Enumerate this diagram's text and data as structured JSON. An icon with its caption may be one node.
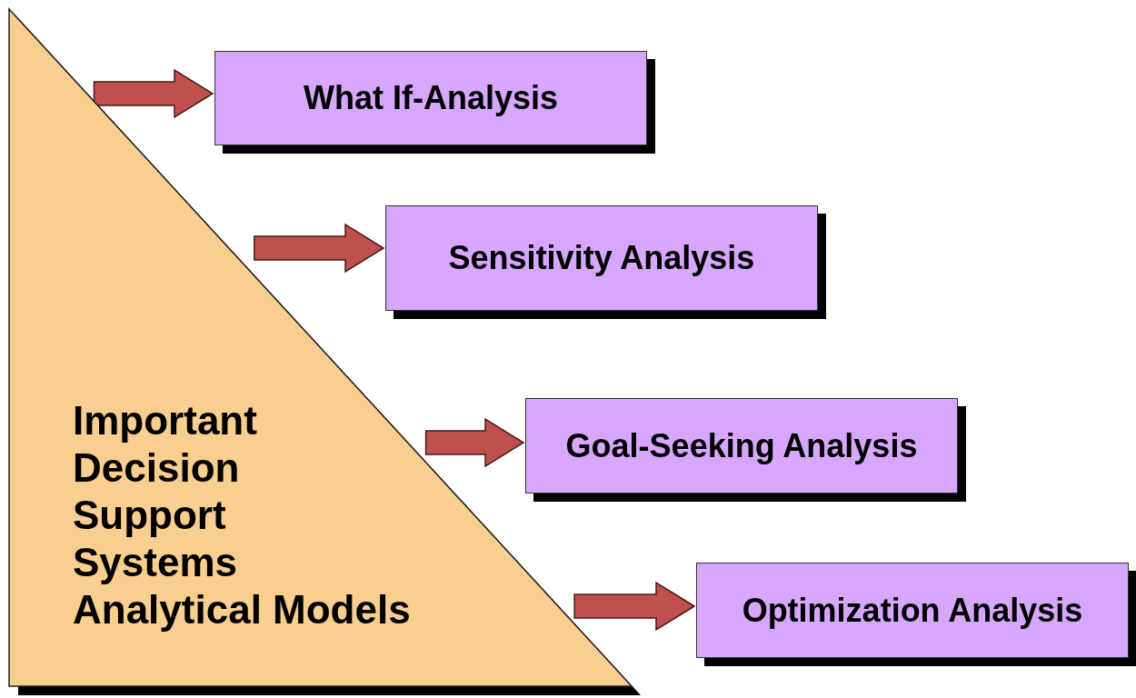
{
  "diagram": {
    "nodes": [
      {
        "text": [
          "Important Decision Support Systems Analytical Models"
        ]
      },
      {
        "text": [
          "What If-Analysis"
        ]
      },
      {
        "text": [
          "Sensitivity Analysis"
        ]
      },
      {
        "text": [
          "Goal-Seeking Analysis"
        ]
      },
      {
        "text": [
          "Optimization Analysis"
        ]
      }
    ],
    "edges": [
      {
        "from": 0,
        "to": 1,
        "arrow": "to"
      },
      {
        "from": 0,
        "to": 2,
        "arrow": "to"
      },
      {
        "from": 0,
        "to": 3,
        "arrow": "to"
      },
      {
        "from": 0,
        "to": 4,
        "arrow": "to"
      }
    ]
  }
}
